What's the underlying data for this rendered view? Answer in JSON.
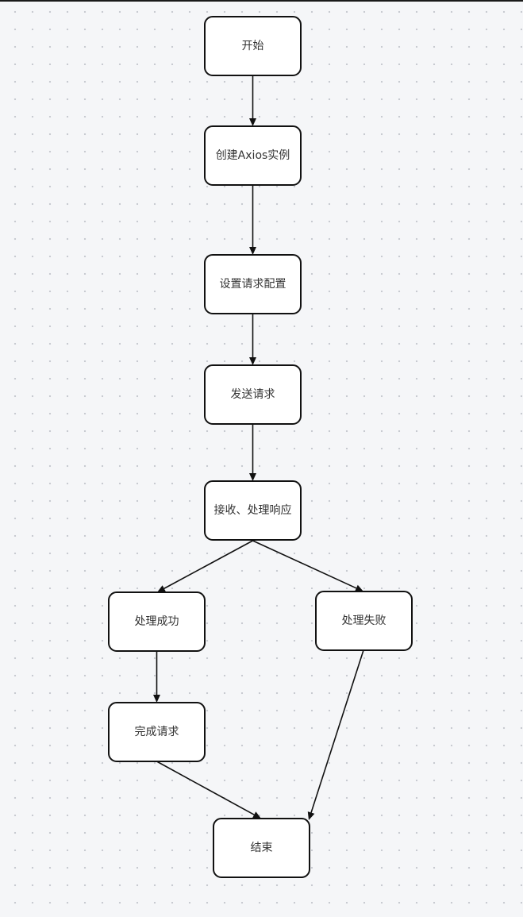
{
  "diagram": {
    "nodes": [
      {
        "id": "start",
        "label": "开始"
      },
      {
        "id": "create",
        "label": "创建Axios实例"
      },
      {
        "id": "config",
        "label": "设置请求配置"
      },
      {
        "id": "send",
        "label": "发送请求"
      },
      {
        "id": "receive",
        "label": "接收、处理响应"
      },
      {
        "id": "success",
        "label": "处理成功"
      },
      {
        "id": "failure",
        "label": "处理失败"
      },
      {
        "id": "complete",
        "label": "完成请求"
      },
      {
        "id": "end",
        "label": "结束"
      }
    ],
    "edges": [
      {
        "from": "start",
        "to": "create"
      },
      {
        "from": "create",
        "to": "config"
      },
      {
        "from": "config",
        "to": "send"
      },
      {
        "from": "send",
        "to": "receive"
      },
      {
        "from": "receive",
        "to": "success"
      },
      {
        "from": "receive",
        "to": "failure"
      },
      {
        "from": "success",
        "to": "complete"
      },
      {
        "from": "complete",
        "to": "end"
      },
      {
        "from": "failure",
        "to": "end"
      }
    ]
  }
}
